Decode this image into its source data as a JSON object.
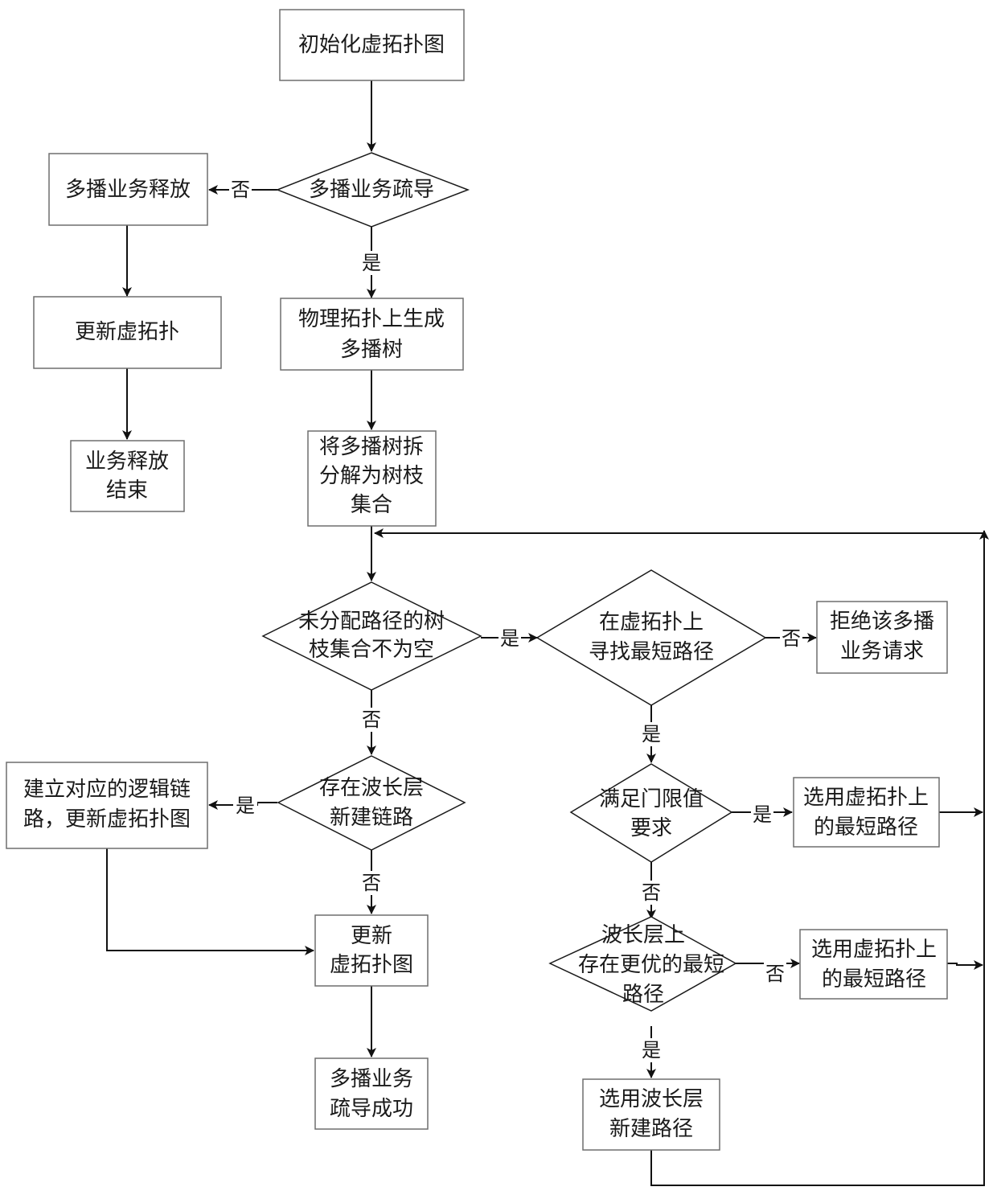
{
  "diagram": {
    "nodes": {
      "init": {
        "lines": [
          "初始化虚拓扑图"
        ]
      },
      "groom_decision": {
        "lines": [
          "多播业务疏导"
        ]
      },
      "release": {
        "lines": [
          "多播业务释放"
        ]
      },
      "update_vt": {
        "lines": [
          "更新虚拓扑"
        ]
      },
      "release_end": {
        "lines": [
          "业务释放",
          "结束"
        ]
      },
      "gen_tree": {
        "lines": [
          "物理拓扑上生成",
          "多播树"
        ]
      },
      "decompose": {
        "lines": [
          "将多播树拆",
          "分解为树枝",
          "集合"
        ]
      },
      "branches_nonempty": {
        "lines": [
          "未分配路径的树",
          "枝集合不为空"
        ]
      },
      "find_shortest": {
        "lines": [
          "在虚拓扑上",
          "寻找最短路径"
        ]
      },
      "reject": {
        "lines": [
          "拒绝该多播",
          "业务请求"
        ]
      },
      "wl_new_link": {
        "lines": [
          "存在波长层",
          "新建链路"
        ]
      },
      "build_logical": {
        "lines": [
          "建立对应的逻辑链",
          "路，更新虚拓扑图"
        ]
      },
      "update_vt_graph": {
        "lines": [
          "更新",
          "虚拓扑图"
        ]
      },
      "success": {
        "lines": [
          "多播业务",
          "疏导成功"
        ]
      },
      "threshold": {
        "lines": [
          "满足门限值",
          "要求"
        ]
      },
      "use_vt_path_1": {
        "lines": [
          "选用虚拓扑上",
          "的最短路径"
        ]
      },
      "wl_better": {
        "lines": [
          "波长层上",
          "存在更优的最短",
          "路径"
        ]
      },
      "use_vt_path_2": {
        "lines": [
          "选用虚拓扑上",
          "的最短路径"
        ]
      },
      "use_wl_path": {
        "lines": [
          "选用波长层",
          "新建路径"
        ]
      }
    },
    "edge_labels": {
      "yes": "是",
      "no": "否"
    }
  }
}
